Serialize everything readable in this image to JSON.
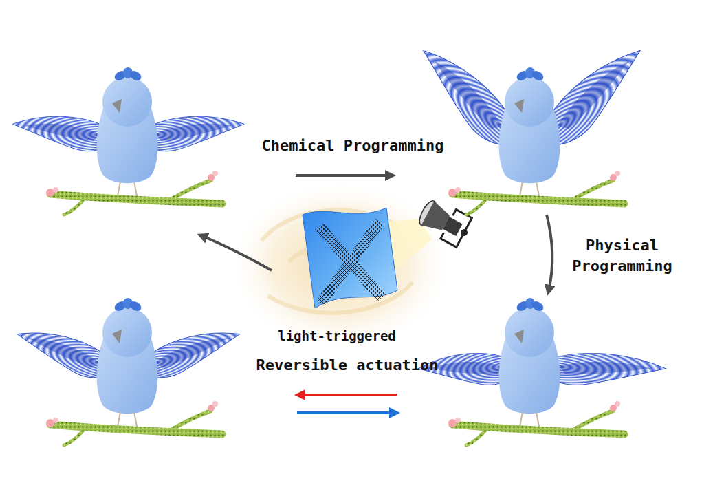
{
  "diagram": {
    "labels": [
      "Chemical Programming",
      "Physical Programming",
      "light-triggered",
      "Reversible actuation"
    ]
  }
}
